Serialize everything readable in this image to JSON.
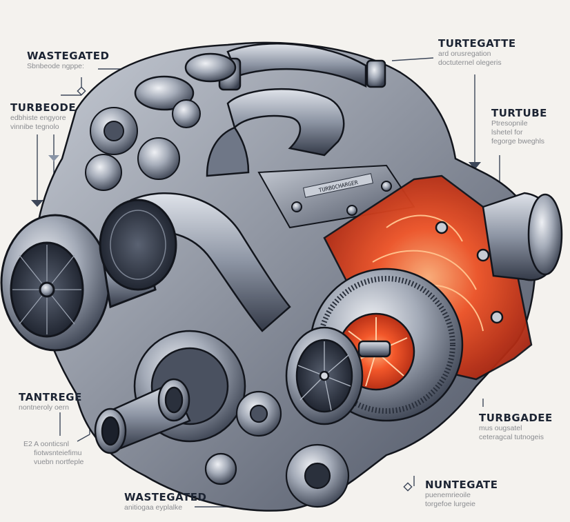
{
  "diagram": {
    "subject": "turbocharged engine illustration",
    "colors": {
      "background": "#f4f2ee",
      "metal_dark": "#2e3442",
      "metal_mid": "#7d8594",
      "metal_light": "#d5d9e0",
      "outline": "#12151c",
      "accent_red": "#e8431f",
      "accent_orange": "#f6823a",
      "label_title": "#1c2433",
      "label_desc": "#8a8c90",
      "leader_line": "#3c4658"
    },
    "callouts": [
      {
        "id": "top-left",
        "title": "WASTEGATED",
        "desc": [
          "Sbnbeode ngppe:"
        ]
      },
      {
        "id": "left-upper",
        "title": "TURBEODE",
        "desc": [
          "edbhiste engyore",
          "vinnibe tegnolo"
        ]
      },
      {
        "id": "top-right",
        "title": "TURTEGATTE",
        "desc": [
          "ard orusregation",
          "doctuternel olegeris"
        ]
      },
      {
        "id": "right-upper",
        "title": "TURTUBE",
        "desc": [
          "Ptresopnile",
          "lshetel for",
          "fegorge bweghls"
        ]
      },
      {
        "id": "left-lower",
        "title": "TANTREGE",
        "desc": [
          "nontneroly oern",
          "E2 A oonticsnl",
          "fiotwsnteiefimu",
          "vuebn nortfeple"
        ]
      },
      {
        "id": "right-lower",
        "title": "TURBGADEE",
        "desc": [
          "mus ougsatel",
          "ceteragcal tutnogeis"
        ]
      },
      {
        "id": "bottom-right",
        "title": "NUNTEGATE",
        "desc": [
          "puenemrieoile",
          "torgefoe lurgeie"
        ]
      },
      {
        "id": "bottom-center",
        "title": "WASTEGATED",
        "desc": [
          "anitiogaa eyplalke"
        ]
      }
    ],
    "stamped_plate_text": "TURBOCHARGER"
  }
}
